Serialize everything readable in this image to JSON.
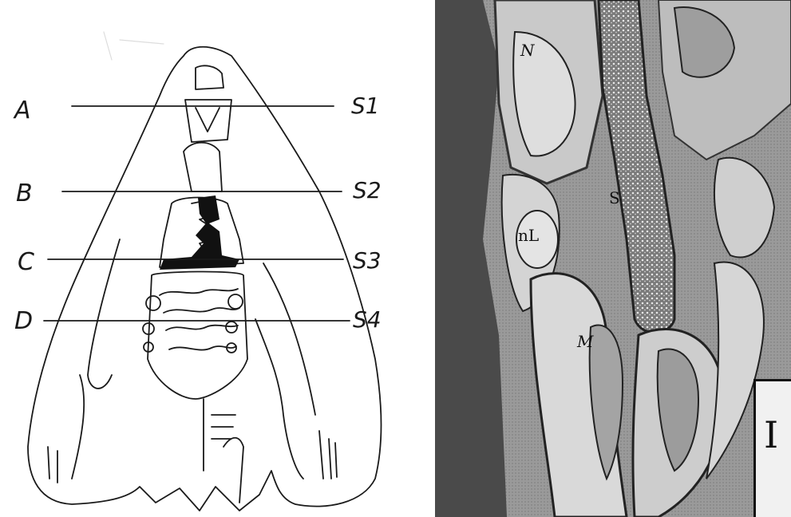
{
  "diagram": {
    "level_labels": [
      {
        "letter": "A",
        "section": "S1"
      },
      {
        "letter": "B",
        "section": "S2"
      },
      {
        "letter": "C",
        "section": "S3"
      },
      {
        "letter": "D",
        "section": "S4"
      }
    ]
  },
  "micrograph": {
    "labels": {
      "N": "N",
      "S": "S",
      "nL": "nL",
      "M": "M"
    },
    "panel_letter": "I"
  }
}
